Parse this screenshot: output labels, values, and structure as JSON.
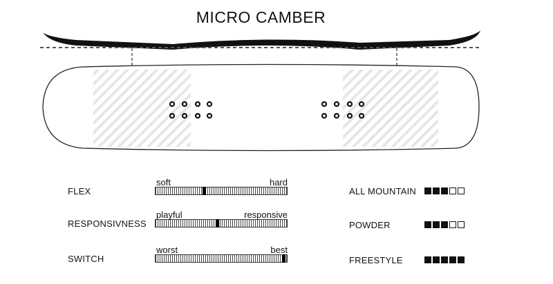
{
  "title": "MICRO CAMBER",
  "specs": [
    {
      "label": "FLEX",
      "low": "soft",
      "high": "hard",
      "value": 0.37
    },
    {
      "label": "RESPONSIVNESS",
      "low": "playful",
      "high": "responsive",
      "value": 0.47
    },
    {
      "label": "SWITCH",
      "low": "worst",
      "high": "best",
      "value": 0.99
    }
  ],
  "ratings": [
    {
      "label": "ALL MOUNTAIN",
      "score": 3,
      "max": 5
    },
    {
      "label": "POWDER",
      "score": 3,
      "max": 5
    },
    {
      "label": "FREESTYLE",
      "score": 5,
      "max": 5
    }
  ]
}
